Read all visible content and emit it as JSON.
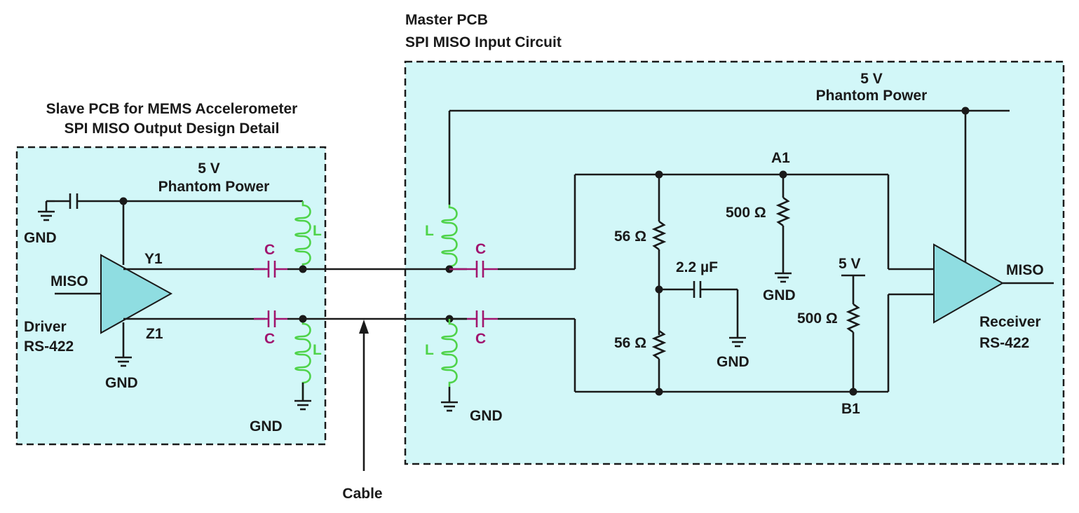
{
  "slave": {
    "title_line1": "Slave PCB for MEMS Accelerometer",
    "title_line2": "SPI MISO Output Design Detail",
    "power_line1": "5 V",
    "power_line2": "Phantom Power",
    "gnd_left": "GND",
    "gnd_driver": "GND",
    "gnd_inductor": "GND",
    "miso_label": "MISO",
    "y1_label": "Y1",
    "z1_label": "Z1",
    "driver_line1": "Driver",
    "driver_line2": "RS-422",
    "cap_top": "C",
    "cap_bottom": "C",
    "ind_top": "L",
    "ind_bottom": "L"
  },
  "master": {
    "title_line1": "Master PCB",
    "title_line2": "SPI MISO Input Circuit",
    "power_line1": "5 V",
    "power_line2": "Phantom Power",
    "cap_top": "C",
    "cap_bottom": "C",
    "ind_top": "L",
    "ind_bottom": "L",
    "gnd_inductor": "GND",
    "r_top_56": "56 Ω",
    "r_bottom_56": "56 Ω",
    "cap_value": "2.2 µF",
    "gnd_cap": "GND",
    "a1_label": "A1",
    "r_500_a1": "500 Ω",
    "gnd_500": "GND",
    "v5_label": "5 V",
    "r_500_b1": "500 Ω",
    "b1_label": "B1",
    "miso_label": "MISO",
    "receiver_line1": "Receiver",
    "receiver_line2": "RS-422"
  },
  "cable_label": "Cable",
  "colors": {
    "box_fill": "#d2f7f8",
    "amp_fill": "#8fdde1",
    "capacitor": "#a0156e",
    "inductor": "#4fd34a",
    "wire": "#1a1a1a"
  }
}
